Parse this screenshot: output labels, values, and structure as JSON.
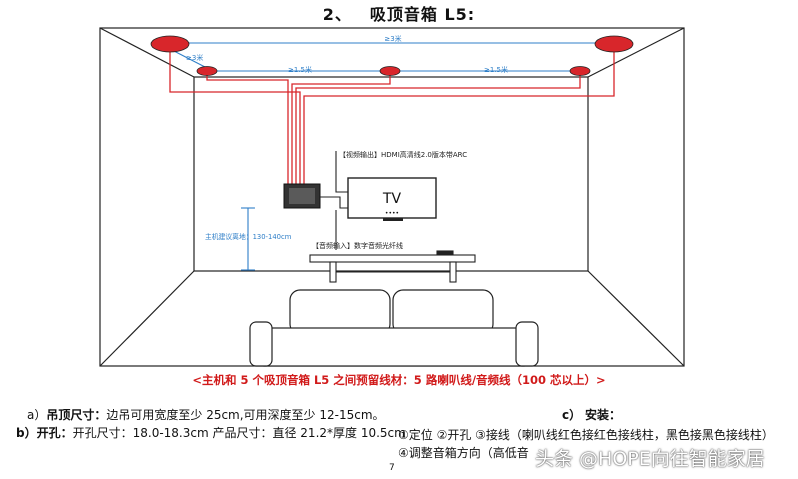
{
  "heading": {
    "number": "2、",
    "title": "吸顶音箱 L5:"
  },
  "diagram": {
    "ceiling_spacing_top": "≥3米",
    "ceiling_spacing_side": "≥3米",
    "spacing_left": "≥1.5米",
    "spacing_right": "≥1.5米",
    "video_output_label": "【视频输出】HDMI高清线2.0版本带ARC",
    "tv_label": "TV",
    "host_height_label": "主机建议离地：130-140cm",
    "audio_input_label": "【音频输入】数字音频光纤线",
    "colors": {
      "speaker": "#d8262b",
      "wire": "#d8262b",
      "dimension": "#2f7fc8"
    }
  },
  "caption": "<主机和 5 个吸顶音箱 L5 之间预留线材：5 路喇叭线/音频线（100 芯以上）>",
  "specs": {
    "a_prefix": "a）",
    "a_label": "吊顶尺寸：",
    "a_text": "边吊可用宽度至少 25cm,可用深度至少 12-15cm。",
    "b_prefix": "b）",
    "b_label": "开孔：",
    "b_text": "开孔尺寸：18.0-18.3cm 产品尺寸：直径 21.2*厚度 10.5cm",
    "c_prefix": "c）",
    "c_label": "安装：",
    "c_step1": "①定位 ②开孔 ③接线（喇叭线红色接红色接线柱，黑色接黑色接线柱）",
    "c_step2": "④调整音箱方向（高低音"
  },
  "page_number": "7",
  "watermark": "头条 @HOPE向往智能家居"
}
